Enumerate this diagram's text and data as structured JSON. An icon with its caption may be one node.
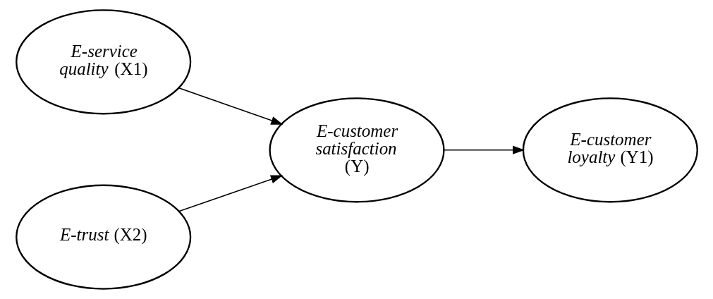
{
  "diagram": {
    "nodes": [
      {
        "text": [
          "*E-service quality* (X1)"
        ]
      },
      {
        "text": [
          "*E-trust* (X2)"
        ]
      },
      {
        "text": [
          "*E-customer satisfaction* (Y)"
        ]
      },
      {
        "text": [
          "*E-customer loyalty* (Y1)"
        ]
      }
    ],
    "edges": [
      {
        "from": 0,
        "to": 2,
        "arrow": "to"
      },
      {
        "from": 1,
        "to": 2,
        "arrow": "to"
      },
      {
        "from": 2,
        "to": 3,
        "arrow": "to"
      }
    ]
  }
}
